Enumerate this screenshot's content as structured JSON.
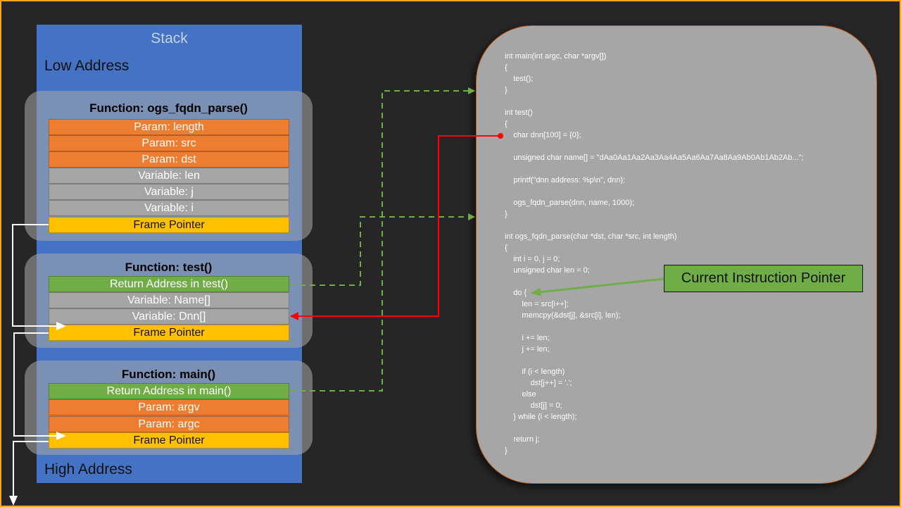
{
  "stack": {
    "title": "Stack",
    "low_address": "Low Address",
    "high_address": "High Address"
  },
  "functions": [
    {
      "title": "Function:  ogs_fqdn_parse()",
      "cells": [
        {
          "label": "Param: length",
          "kind": "param"
        },
        {
          "label": "Param: src",
          "kind": "param"
        },
        {
          "label": "Param: dst",
          "kind": "param"
        },
        {
          "label": "Variable: len",
          "kind": "variable"
        },
        {
          "label": "Variable: j",
          "kind": "variable"
        },
        {
          "label": "Variable: i",
          "kind": "variable"
        },
        {
          "label": "Frame Pointer",
          "kind": "frame-pointer"
        }
      ]
    },
    {
      "title": "Function:  test()",
      "cells": [
        {
          "label": "Return Address in test()",
          "kind": "return-address"
        },
        {
          "label": "Variable: Name[]",
          "kind": "variable"
        },
        {
          "label": "Variable: Dnn[]",
          "kind": "variable"
        },
        {
          "label": "Frame Pointer",
          "kind": "frame-pointer"
        }
      ]
    },
    {
      "title": "Function:  main()",
      "cells": [
        {
          "label": "Return Address in main()",
          "kind": "return-address"
        },
        {
          "label": "Param: argv",
          "kind": "param"
        },
        {
          "label": "Param: argc",
          "kind": "param"
        },
        {
          "label": "Frame Pointer",
          "kind": "frame-pointer"
        }
      ]
    }
  ],
  "code": {
    "lines": [
      "int main(int argc, char *argv[])",
      "{",
      "    test();",
      "}",
      "",
      "int test()",
      "{",
      "    char dnn[100] = {0};",
      "",
      "    unsigned char name[] = \"dAa0Aa1Aa2Aa3Aa4Aa5Aa6Aa7Aa8Aa9Ab0Ab1Ab2Ab...\";",
      "",
      "    printf(\"dnn address: %p\\n\", dnn);",
      "",
      "    ogs_fqdn_parse(dnn, name, 1000);",
      "}",
      "",
      "int ogs_fqdn_parse(char *dst, char *src, int length)",
      "{",
      "    int i = 0, j = 0;",
      "    unsigned char len = 0;",
      "",
      "    do {",
      "        len = src[i++];",
      "        memcpy(&dst[j], &src[i], len);",
      "",
      "        i += len;",
      "        j += len;",
      "",
      "        if (i < length)",
      "            dst[j++] = '.';",
      "        else",
      "            dst[j] = 0;",
      "    } while (i < length);",
      "",
      "    return j;",
      "}"
    ]
  },
  "callout": {
    "label": "Current Instruction Pointer"
  },
  "colors": {
    "param": "#ed7d31",
    "variable": "#a5a5a5",
    "return_address": "#70ad47",
    "frame_pointer": "#ffc000",
    "stack": "#4472c4",
    "pointer_arrow": "#ff0000",
    "return_arrow": "#70ad47"
  }
}
